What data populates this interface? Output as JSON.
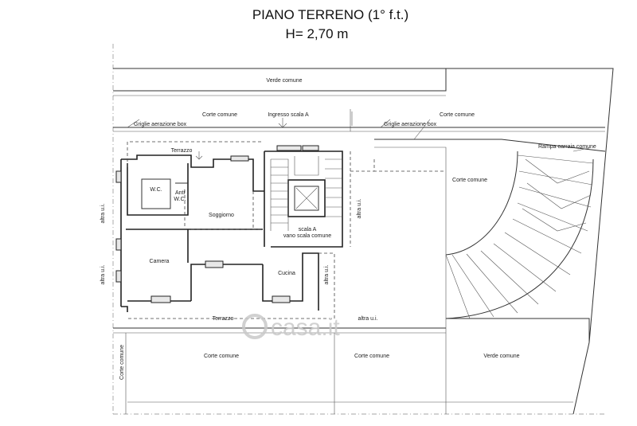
{
  "title": {
    "line1": "PIANO TERRENO (1° f.t.)",
    "line2": "H= 2,70 m"
  },
  "labels": {
    "verde_comune_top": "Verde comune",
    "corte_comune_top": "Corte comune",
    "ingresso_scala_a": "Ingresso scala A",
    "corte_comune_top_right": "Corte comune",
    "griglie_left": "Griglie aerazione box",
    "griglie_right": "Griglie aerazione box",
    "rampa": "Rampa carraia comune",
    "terrazzo_top": "Terrazzo",
    "wc": "W.C.",
    "anti_wc_1": "Anti",
    "anti_wc_2": "W.C.",
    "soggiorno": "Soggiorno",
    "scala_a_1": "scala A",
    "scala_a_2": "vano scala comune",
    "altra_ui_left_top": "altra u.i.",
    "altra_ui_left_mid": "altra u.i.",
    "altra_ui_right_top": "altra u.i.",
    "altra_ui_right_mid": "altra u.i.",
    "corte_comune_right": "Corte comune",
    "camera": "Camera",
    "cucina": "Cucina",
    "terrazzo_bottom": "Terrazzo",
    "altra_ui_bottom": "altra u.i.",
    "corte_comune_bottom_left": "Corte comune",
    "corte_comune_bottom_mid": "Corte comune",
    "verde_comune_bottom": "Verde comune",
    "corte_comune_vertical": "Corte comune"
  },
  "watermark": "casa.it",
  "colors": {
    "line": "#222222",
    "background": "#ffffff",
    "watermark": "#c9c9c9"
  }
}
